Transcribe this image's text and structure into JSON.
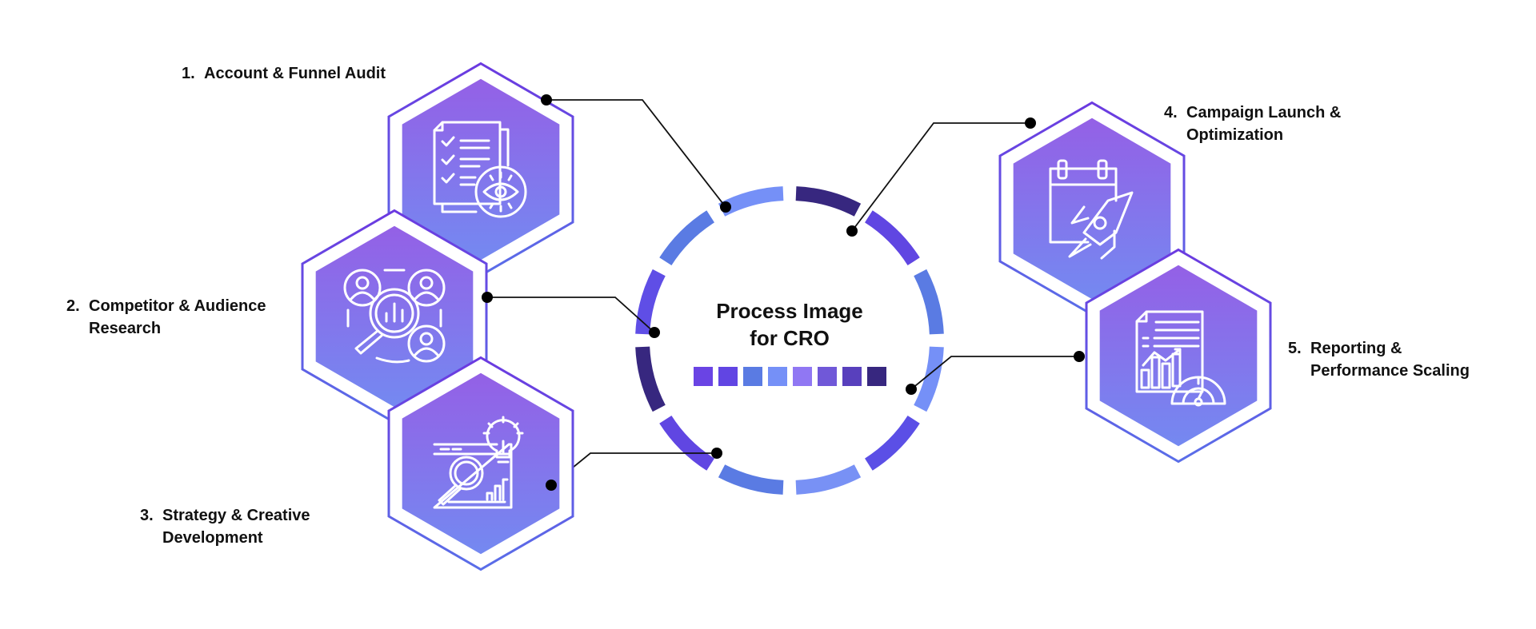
{
  "title": {
    "line1": "Process Image",
    "line2": "for CRO"
  },
  "steps": [
    {
      "num": "1.",
      "line1": "Account & Funnel Audit",
      "line2": "",
      "icon": "checklist-eye-icon"
    },
    {
      "num": "2.",
      "line1": "Competitor & Audience",
      "line2": "Research",
      "icon": "audience-research-icon"
    },
    {
      "num": "3.",
      "line1": "Strategy & Creative",
      "line2": "Development",
      "icon": "strategy-lightbulb-icon"
    },
    {
      "num": "4.",
      "line1": "Campaign Launch &",
      "line2": "Optimization",
      "icon": "calendar-rocket-icon"
    },
    {
      "num": "5.",
      "line1": "Reporting &",
      "line2": "Performance Scaling",
      "icon": "report-gauge-icon"
    }
  ],
  "ring_colors": [
    "#37277f",
    "#6046e2",
    "#5a7be3",
    "#7590f7",
    "#5b4fe6",
    "#7891f5",
    "#5a7be3",
    "#6046e2",
    "#37277f",
    "#5f4ee6",
    "#5a7be3",
    "#7590f7"
  ],
  "swatch_colors": [
    "#6a44e4",
    "#6145e3",
    "#5a7be3",
    "#7590f7",
    "#9077f3",
    "#7058d8",
    "#5840bd",
    "#37277f"
  ],
  "colors": {
    "hex_top": "#9460e6",
    "hex_bottom": "#7489f1",
    "outline_top": "#6b3ae0",
    "outline_bottom": "#5a6ee8",
    "connector": "#111111"
  }
}
